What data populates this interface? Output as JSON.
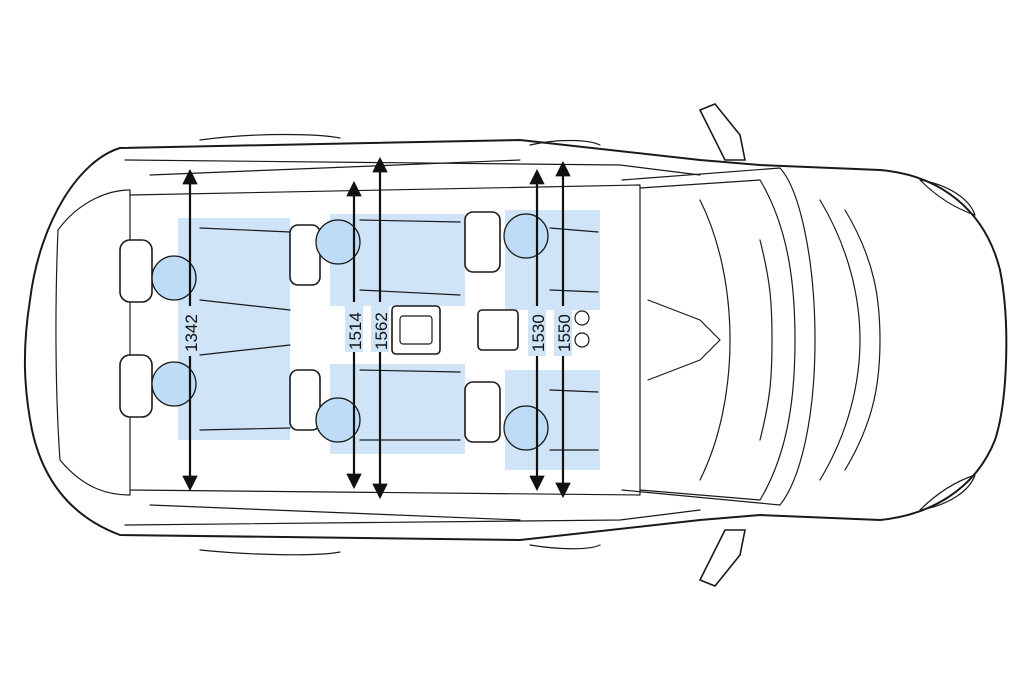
{
  "diagram": {
    "subject": "car-top-view-interior-dimensions",
    "colors": {
      "occupant_fill": "#bfdcf6",
      "outline": "#1a1a1a",
      "background": "#ffffff"
    },
    "dimensions": [
      {
        "id": "d1342",
        "label": "1342"
      },
      {
        "id": "d1514",
        "label": "1514"
      },
      {
        "id": "d1562",
        "label": "1562"
      },
      {
        "id": "d1530",
        "label": "1530"
      },
      {
        "id": "d1550",
        "label": "1550"
      }
    ]
  }
}
